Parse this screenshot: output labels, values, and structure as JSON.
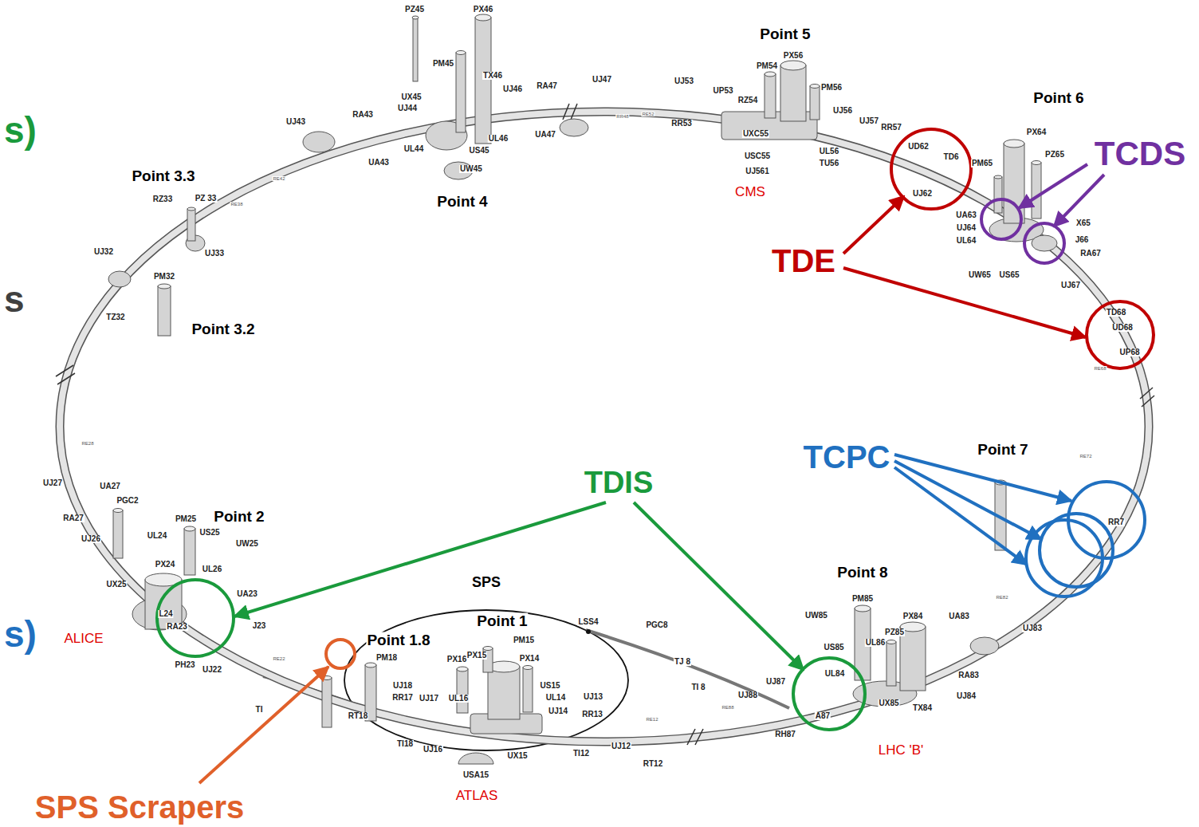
{
  "diagram": {
    "labels": [
      "s)",
      "PZ45",
      "PX46",
      "Point 5",
      "PX56",
      "PM45",
      "PM54",
      "TX46",
      "UJ47",
      "UJ53",
      "RA47",
      "PM56",
      "UJ46",
      "UP53",
      "RZ54",
      "UX45",
      "Point 6",
      "UJ44",
      "UJ56",
      "RE52",
      "RA43",
      "RR48",
      "UJ43",
      "RR53",
      "UJ57",
      "PX64",
      "RR57",
      "UXC55",
      "UA47",
      "UL46",
      "UD62",
      "UL44",
      "US45",
      "UL56",
      "TCDS",
      "PZ65",
      "USC55",
      "TD6",
      "PM65",
      "UA43",
      "TU56",
      "UW45",
      "UJ561",
      "Point 3.3",
      "RE42",
      "CMS",
      "UJ62",
      "RZ33",
      "PZ 33",
      "Point 4",
      "RE38",
      "UA63",
      "X65",
      "UJ64",
      "J66",
      "UL64",
      "UJ33",
      "UJ32",
      "RA67",
      "TDE",
      "UW65",
      "US65",
      "PM32",
      "UJ67",
      "s",
      "TD68",
      "TZ32",
      "Point 3.2",
      "UD68",
      "UP68",
      "RE68",
      "RE28",
      "Point 7",
      "TCPC",
      "RE72",
      "TDIS",
      "UJ27",
      "UA27",
      "PGC2",
      "Point 2",
      "RA27",
      "PM25",
      "RR7",
      "UL24",
      "US25",
      "UJ26",
      "UW25",
      "PX24",
      "UL26",
      "Point 8",
      "SPS",
      "UX25",
      "RE82",
      "PM85",
      "UA23",
      "L24",
      "UW85",
      "PX84",
      "UA83",
      "Point 1",
      "PGC8",
      "RA23",
      "J23",
      "LSS4",
      "UJ83",
      "PZ85",
      "s)",
      "ALICE",
      "Point 1.8",
      "PM15",
      "UL86",
      "US85",
      "PH23",
      "PX15",
      "RE22",
      "PM18",
      "PX16",
      "PX14",
      "TJ 8",
      "UJ22",
      "UL84",
      "RA83",
      "UJ87",
      "UJ18",
      "US15",
      "TI 8",
      "UJ88",
      "UJ84",
      "UJ13",
      "RR17",
      "UL14",
      "UJ17",
      "UL16",
      "UX85",
      "RE88",
      "TX84",
      "TI",
      "UJ14",
      "RR13",
      "RT18",
      "RE12",
      "A87",
      "RH87",
      "TI18",
      "UJ12",
      "LHC 'B'",
      "UJ16",
      "TI12",
      "UX15",
      "RT12",
      "USA15",
      "ATLAS",
      "SPS Scrapers"
    ]
  }
}
